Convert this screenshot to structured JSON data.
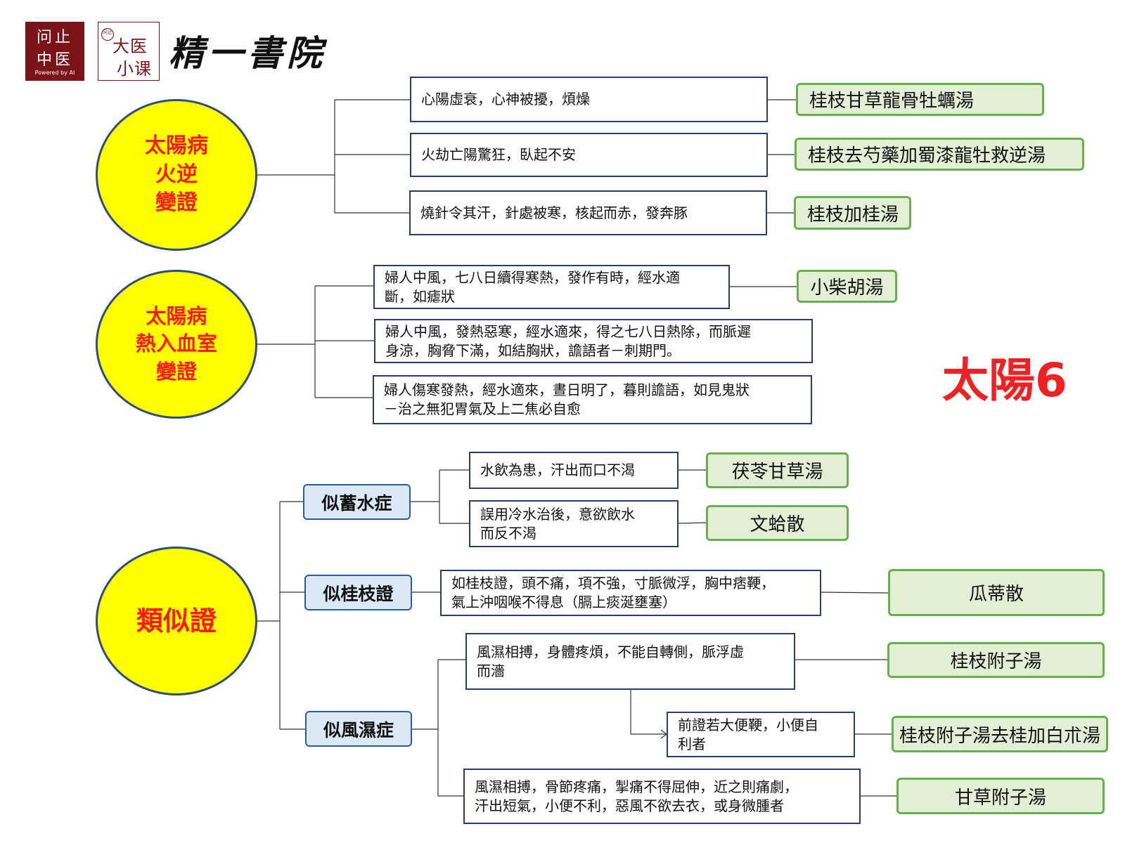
{
  "logos": {
    "wenzhi": {
      "line1": "问止",
      "line2": "中医",
      "tagline": "Powered by AI",
      "color": "#7a1418"
    },
    "daxiao": {
      "seal": "问止",
      "line1": "大医",
      "line2": "小课"
    },
    "calligraphy": "精一書院"
  },
  "title": "太陽6",
  "colors": {
    "circle_fill": "#ffff00",
    "circle_text": "#ff1a1a",
    "rx_fill": "#e3efd5",
    "rx_border": "#66b04e",
    "box_border": "#2a3d73",
    "cat_fill": "#dbe9f7",
    "title": "#ee2222"
  },
  "sections": [
    {
      "root": "太陽病\n火逆\n變證",
      "items": [
        {
          "text": "心陽虛衰，心神被擾，煩燥",
          "rx": "桂枝甘草龍骨牡蠣湯"
        },
        {
          "text": "火劫亡陽驚狂，臥起不安",
          "rx": "桂枝去芍藥加蜀漆龍牡救逆湯"
        },
        {
          "text": "燒針令其汗，針處被寒，核起而赤，發奔豚",
          "rx": "桂枝加桂湯"
        }
      ]
    },
    {
      "root": "太陽病\n熱入血室\n變證",
      "items": [
        {
          "text": "婦人中風，七八日續得寒熱，發作有時，經水適\n斷，如瘧狀",
          "rx": "小柴胡湯"
        },
        {
          "text": "婦人中風，發熱惡寒，經水適來，得之七八日熱除，而脈遲\n身涼，胸脅下滿，如結胸狀，譫語者－刺期門。"
        },
        {
          "text": "婦人傷寒發熱，經水適來，晝日明了，暮則譫語，如見鬼狀\n－治之無犯胃氣及上二焦必自愈"
        }
      ]
    },
    {
      "root": "類似證",
      "categories": [
        {
          "label": "似蓄水症",
          "items": [
            {
              "text": "水飲為患，汗出而口不渴",
              "rx": "茯苓甘草湯"
            },
            {
              "text": "誤用冷水治後，意欲飲水\n而反不渴",
              "rx": "文蛤散"
            }
          ]
        },
        {
          "label": "似桂枝證",
          "items": [
            {
              "text": "如桂枝證，頭不痛，項不強，寸脈微浮，胸中痞鞕，\n氣上沖咽喉不得息（膈上痰涎壅塞）",
              "rx": "瓜蒂散"
            }
          ]
        },
        {
          "label": "似風濕症",
          "items": [
            {
              "text": "風濕相搏，身體疼煩，不能自轉側，脈浮虛\n而濇",
              "rx": "桂枝附子湯"
            },
            {
              "text": "前證若大便鞕，小便自\n利者",
              "rx": "桂枝附子湯去桂加白朮湯"
            },
            {
              "text": "風濕相搏，骨節疼痛，掣痛不得屈伸，近之則痛劇，\n汗出短氣，小便不利，惡風不欲去衣，或身微腫者",
              "rx": "甘草附子湯"
            }
          ]
        }
      ]
    }
  ]
}
